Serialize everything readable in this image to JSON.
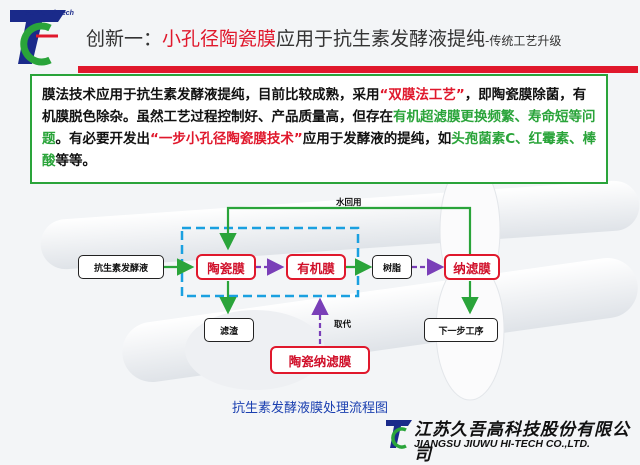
{
  "logo": {
    "text": "JIUWU Hi-Tech"
  },
  "title": {
    "prefix": "创新一：",
    "highlight": "小孔径陶瓷膜",
    "main": "应用于抗生素发酵液提纯",
    "suffix": "-传统工艺升级"
  },
  "body": {
    "p1": "膜法技术应用于抗生素发酵液提纯，目前比较成熟，采用",
    "q1": "“双膜法工艺”",
    "p2": "，即陶瓷膜除菌，有机膜脱色除杂。虽然工艺过程控制好、产品质量高，但存在",
    "g1": "有机超滤膜更换频繁、寿命短等问题",
    "p3": "。有必要开发出",
    "q2": "“一步小孔径陶瓷膜技术”",
    "p4": "应用于发酵液的提纯，如",
    "g2": "头孢菌素C、红霉素、棒酸",
    "p5": "等等。"
  },
  "flow": {
    "input": "抗生素发酵液",
    "ceramic": "陶瓷膜",
    "organic": "有机膜",
    "resin": "树脂",
    "nano": "纳滤膜",
    "residue": "滤渣",
    "next": "下一步工序",
    "ceramic_nano": "陶瓷纳滤膜",
    "reuse_label": "水回用",
    "replace_label": "取代"
  },
  "caption": "抗生素发酵液膜处理流程图",
  "company": {
    "cn": "江苏久吾高科技股份有限公司",
    "en": "JIANGSU JIUWU HI-TECH CO.,LTD."
  },
  "colors": {
    "red": "#e0182c",
    "green": "#2aa43a",
    "blue": "#1aa0e0",
    "purple": "#7a3fb8"
  }
}
